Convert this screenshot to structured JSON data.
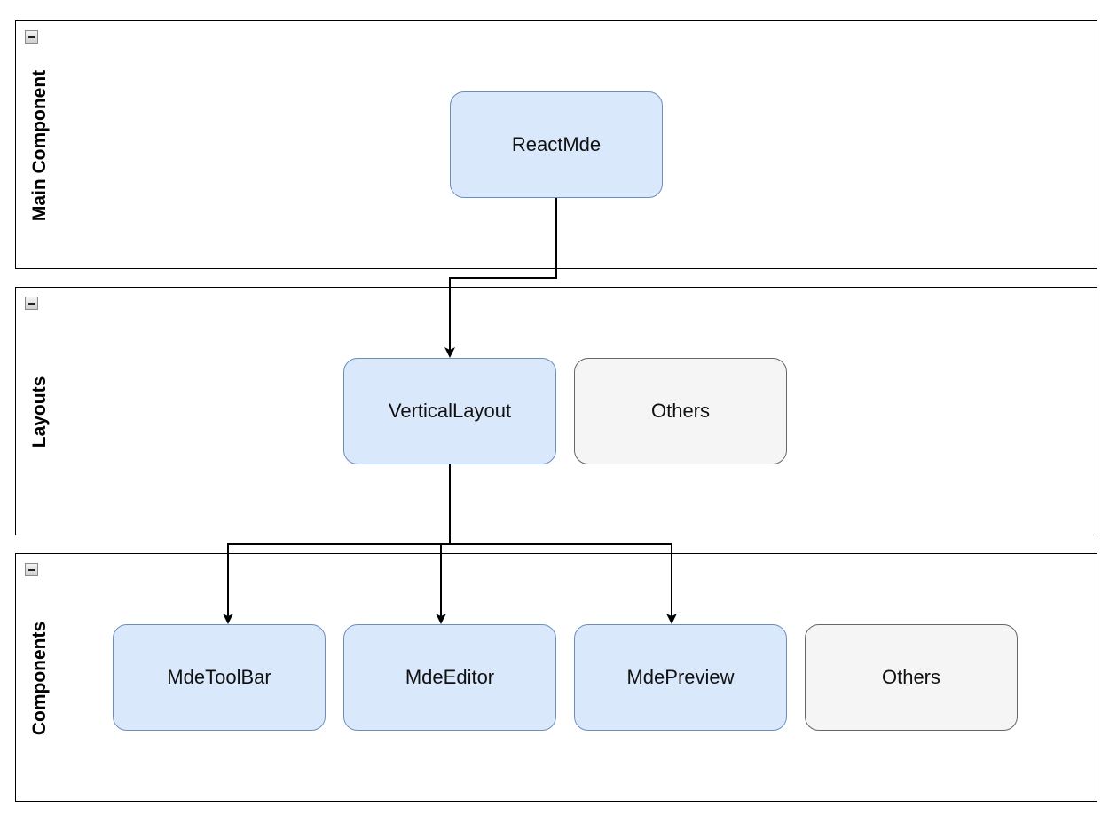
{
  "lanes": [
    {
      "title": "Main Component"
    },
    {
      "title": "Layouts"
    },
    {
      "title": "Components"
    }
  ],
  "nodes": {
    "react_mde": "ReactMde",
    "vertical_layout": "VerticalLayout",
    "layouts_others": "Others",
    "mde_toolbar": "MdeToolBar",
    "mde_editor": "MdeEditor",
    "mde_preview": "MdePreview",
    "components_others": "Others"
  },
  "edges": [
    {
      "from": "ReactMde",
      "to": "VerticalLayout"
    },
    {
      "from": "VerticalLayout",
      "to": "MdeToolBar"
    },
    {
      "from": "VerticalLayout",
      "to": "MdeEditor"
    },
    {
      "from": "VerticalLayout",
      "to": "MdePreview"
    }
  ],
  "colors": {
    "primary_fill": "#dae8fc",
    "primary_stroke": "#6c8ebf",
    "secondary_fill": "#f5f5f5",
    "secondary_stroke": "#666666"
  },
  "icons": {
    "lane_toggle": "collapse-minus-icon"
  }
}
